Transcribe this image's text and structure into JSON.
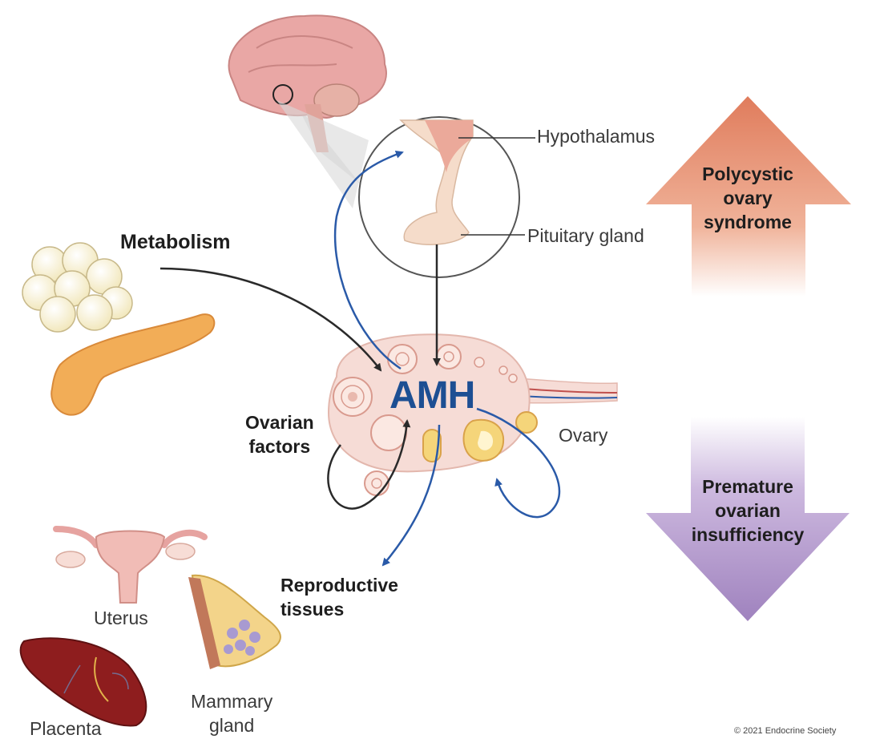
{
  "labels": {
    "hypothalamus": "Hypothalamus",
    "pituitary": "Pituitary gland",
    "metabolism": "Metabolism",
    "amh": "AMH",
    "ovarian_factors_1": "Ovarian",
    "ovarian_factors_2": "factors",
    "ovary": "Ovary",
    "reproductive_1": "Reproductive",
    "reproductive_2": "tissues",
    "uterus": "Uterus",
    "placenta": "Placenta",
    "mammary_1": "Mammary",
    "mammary_2": "gland",
    "pcos_1": "Polycystic",
    "pcos_2": "ovary",
    "pcos_3": "syndrome",
    "poi_1": "Premature",
    "poi_2": "ovarian",
    "poi_3": "insufficiency",
    "copyright": "© 2021 Endocrine Society"
  },
  "icons": [
    "brain-icon",
    "fat-cells-icon",
    "pancreas-icon",
    "ovary-icon",
    "uterus-icon",
    "placenta-icon",
    "breast-icon",
    "up-arrow-icon",
    "down-arrow-icon"
  ],
  "colors": {
    "amh_blue": "#1d4f93",
    "arrow_blue": "#2a5aa8",
    "arrow_black": "#2a2a2a",
    "pcos_arrow": "#e38a6c",
    "poi_arrow": "#a98cc4"
  }
}
